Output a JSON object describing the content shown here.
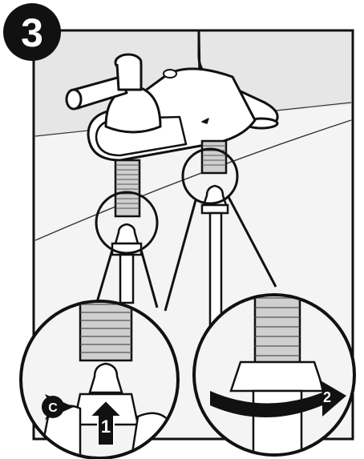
{
  "step": {
    "number": "3"
  },
  "callouts": {
    "push_number": "1",
    "rotate_number": "2",
    "connector_letter": "C"
  },
  "colors": {
    "ink": "#111111",
    "wall": "#e6e6e6",
    "counter": "#f4f4f4",
    "metal": "#bdbdbd",
    "white": "#ffffff"
  }
}
